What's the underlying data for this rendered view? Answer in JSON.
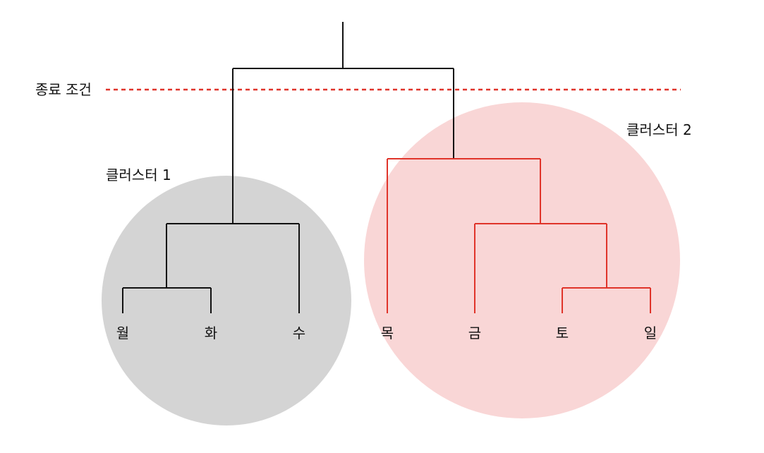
{
  "stop_condition_label": "종료 조건",
  "clusters": [
    {
      "label": "클러스터 1",
      "fill": "#d4d4d4",
      "line_color": "#111111",
      "leaves": [
        "월",
        "화",
        "수"
      ]
    },
    {
      "label": "클러스터 2",
      "fill": "#f9d6d6",
      "line_color": "#e0342a",
      "leaves": [
        "목",
        "금",
        "토",
        "일"
      ]
    }
  ],
  "colors": {
    "stop_line": "#e0342a",
    "root_line": "#111111"
  }
}
